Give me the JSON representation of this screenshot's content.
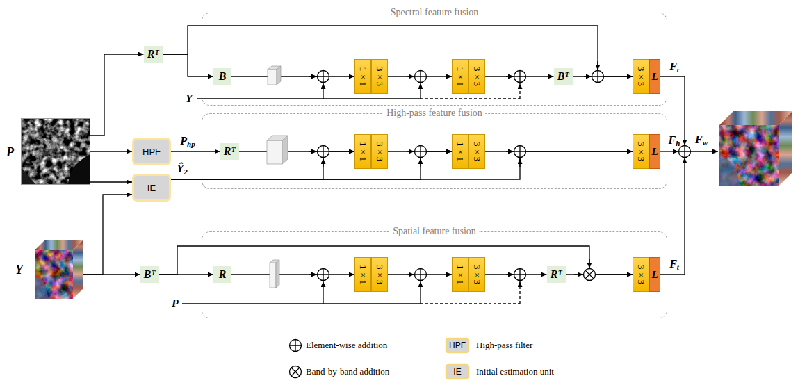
{
  "diagram": {
    "nodes": [
      {
        "text": [
          "P"
        ]
      },
      {
        "text": [
          "Rᵀ"
        ]
      },
      {
        "text": [
          "Spectral feature fusion"
        ]
      },
      {
        "text": [
          "B"
        ],
        "in": 2
      },
      {
        "text": [
          "1×1",
          "3×3"
        ],
        "in": 2
      },
      {
        "text": [
          "1×1",
          "3×3"
        ],
        "in": 2
      },
      {
        "text": [
          "Bᵀ"
        ],
        "in": 2
      },
      {
        "text": [
          "3×3",
          "L"
        ],
        "in": 2
      },
      {
        "text": [
          "HPF"
        ]
      },
      {
        "text": [
          "IE"
        ]
      },
      {
        "text": [
          "High-pass feature fusion"
        ]
      },
      {
        "text": [
          "Rᵀ"
        ],
        "in": 10
      },
      {
        "text": [
          "1×1",
          "3×3"
        ],
        "in": 10
      },
      {
        "text": [
          "1×1",
          "3×3"
        ],
        "in": 10
      },
      {
        "text": [
          "3×3",
          "L"
        ],
        "in": 10
      },
      {
        "text": [
          "Y"
        ]
      },
      {
        "text": [
          "Bᵀ"
        ]
      },
      {
        "text": [
          "Spatial feature fusion"
        ]
      },
      {
        "text": [
          "R"
        ],
        "in": 17
      },
      {
        "text": [
          "1×1",
          "3×3"
        ],
        "in": 17
      },
      {
        "text": [
          "1×1",
          "3×3"
        ],
        "in": 17
      },
      {
        "text": [
          "Rᵀ"
        ],
        "in": 17
      },
      {
        "text": [
          "3×3",
          "L"
        ],
        "in": 17
      }
    ],
    "edges": [
      {
        "from": 0,
        "to": 1,
        "arrow": "to"
      },
      {
        "from": 1,
        "to": 3,
        "arrow": "to"
      },
      {
        "from": 1,
        "to": 7,
        "arrow": "to"
      },
      {
        "from": 3,
        "to": 4,
        "arrow": "to"
      },
      {
        "from": 4,
        "to": 5,
        "arrow": "to"
      },
      {
        "from": 5,
        "to": 6,
        "arrow": "to"
      },
      {
        "from": 6,
        "to": 7,
        "arrow": "to"
      },
      {
        "from": 0,
        "to": 8,
        "arrow": "to"
      },
      {
        "from": 0,
        "to": 9,
        "arrow": "to"
      },
      {
        "from": 15,
        "to": 9,
        "arrow": "to"
      },
      {
        "from": 8,
        "to": 11,
        "arrow": "to"
      },
      {
        "from": 9,
        "to": 12,
        "arrow": "to"
      },
      {
        "from": 9,
        "to": 13,
        "arrow": "to"
      },
      {
        "from": 9,
        "to": 14,
        "arrow": "to"
      },
      {
        "from": 11,
        "to": 12,
        "arrow": "to"
      },
      {
        "from": 12,
        "to": 13,
        "arrow": "to"
      },
      {
        "from": 13,
        "to": 14,
        "arrow": "to"
      },
      {
        "from": 15,
        "to": 16,
        "arrow": "to"
      },
      {
        "from": 16,
        "to": 18,
        "arrow": "to"
      },
      {
        "from": 16,
        "to": 22,
        "arrow": "to"
      },
      {
        "from": 18,
        "to": 19,
        "arrow": "to"
      },
      {
        "from": 19,
        "to": 20,
        "arrow": "to"
      },
      {
        "from": 20,
        "to": 21,
        "arrow": "to"
      },
      {
        "from": 21,
        "to": 22,
        "arrow": "to"
      }
    ],
    "labels": [
      "Y",
      "P",
      "Php",
      "Ŷ2",
      "Fc",
      "Fh",
      "Ft",
      "Fw",
      "HPF",
      "IE"
    ],
    "legend": [
      {
        "text": "Element-wise addition"
      },
      {
        "text": "High-pass filter"
      },
      {
        "text": "Band-by-band addition"
      },
      {
        "text": "Initial estimation unit"
      }
    ]
  }
}
